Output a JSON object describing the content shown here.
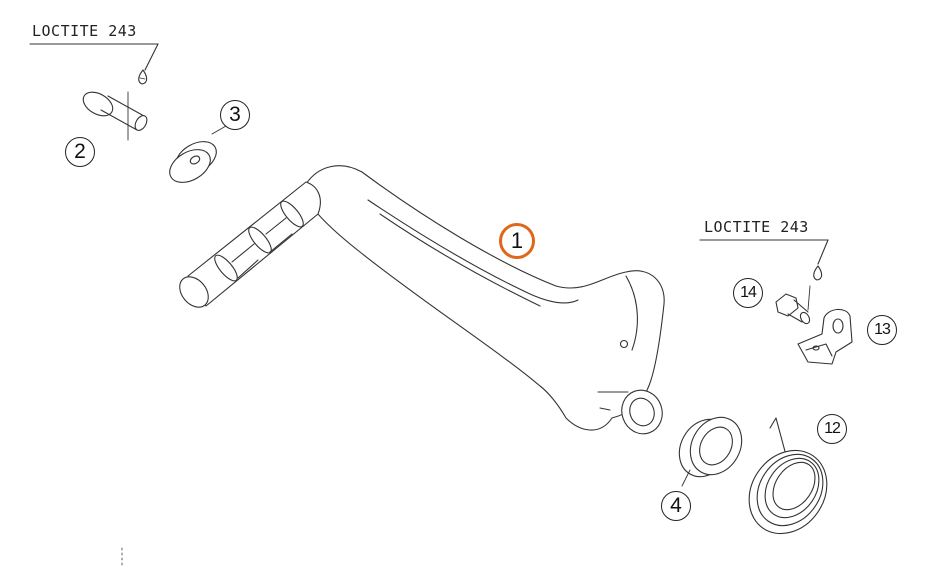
{
  "labels": {
    "loctite_left": "LOCTITE 243",
    "loctite_right": "LOCTITE 243"
  },
  "callouts": {
    "c1": "1",
    "c2": "2",
    "c3": "3",
    "c4": "4",
    "c12": "12",
    "c13": "13",
    "c14": "14"
  },
  "colors": {
    "highlight": "#e0661a",
    "line": "#222222",
    "part_fill": "#ffffff"
  }
}
